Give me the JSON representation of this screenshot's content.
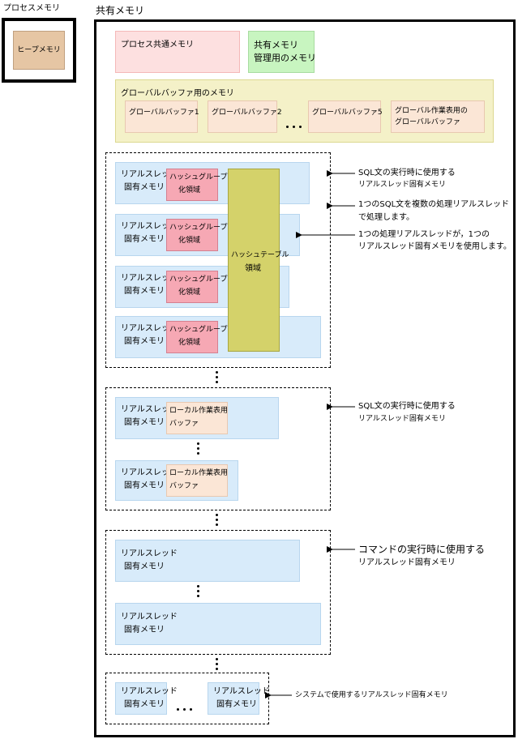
{
  "labels": {
    "process_memory": "プロセスメモリ",
    "shared_memory": "共有メモリ",
    "heap_memory": "ヒープメモリ",
    "process_common_memory": "プロセス共通メモリ",
    "shared_mgmt_memory_l1": "共有メモリ",
    "shared_mgmt_memory_l2": "管理用のメモリ",
    "global_buffer_memory": "グローバルバッファ用のメモリ",
    "global_buffer_1": "グローバルバッファ1",
    "global_buffer_2": "グローバルバッファ2",
    "global_buffer_5": "グローバルバッファ5",
    "global_work_l1": "グローバル作業表用の",
    "global_work_l2": "グローバルバッファ",
    "real_thread_l1": "リアルスレッド",
    "real_thread_l2": "固有メモリ",
    "hash_group_l1": "ハッシュグループ",
    "hash_group_l2": "化領域",
    "hash_table_l1": "ハッシュテーブル",
    "hash_table_l2": "領域",
    "local_work_l1": "ローカル作業表用",
    "local_work_l2": "バッファ"
  },
  "annotations": {
    "sql_use_l1": "SQL文の実行時に使用する",
    "sql_use_l2": "リアルスレッド固有メモリ",
    "multi_l1": "1つのSQL文を複数の処理リアルスレッド",
    "multi_l2": "で処理します。",
    "one_l1": "1つの処理リアルスレッドが，1つの",
    "one_l2": "リアルスレッド固有メモリを使用します。",
    "sql_use2_l1": "SQL文の実行時に使用する",
    "sql_use2_l2": "リアルスレッド固有メモリ",
    "cmd_l1": "コマンドの実行時に使用する",
    "cmd_l2": "リアルスレッド固有メモリ",
    "system_use": "システムで使用するリアルスレッド固有メモリ"
  }
}
